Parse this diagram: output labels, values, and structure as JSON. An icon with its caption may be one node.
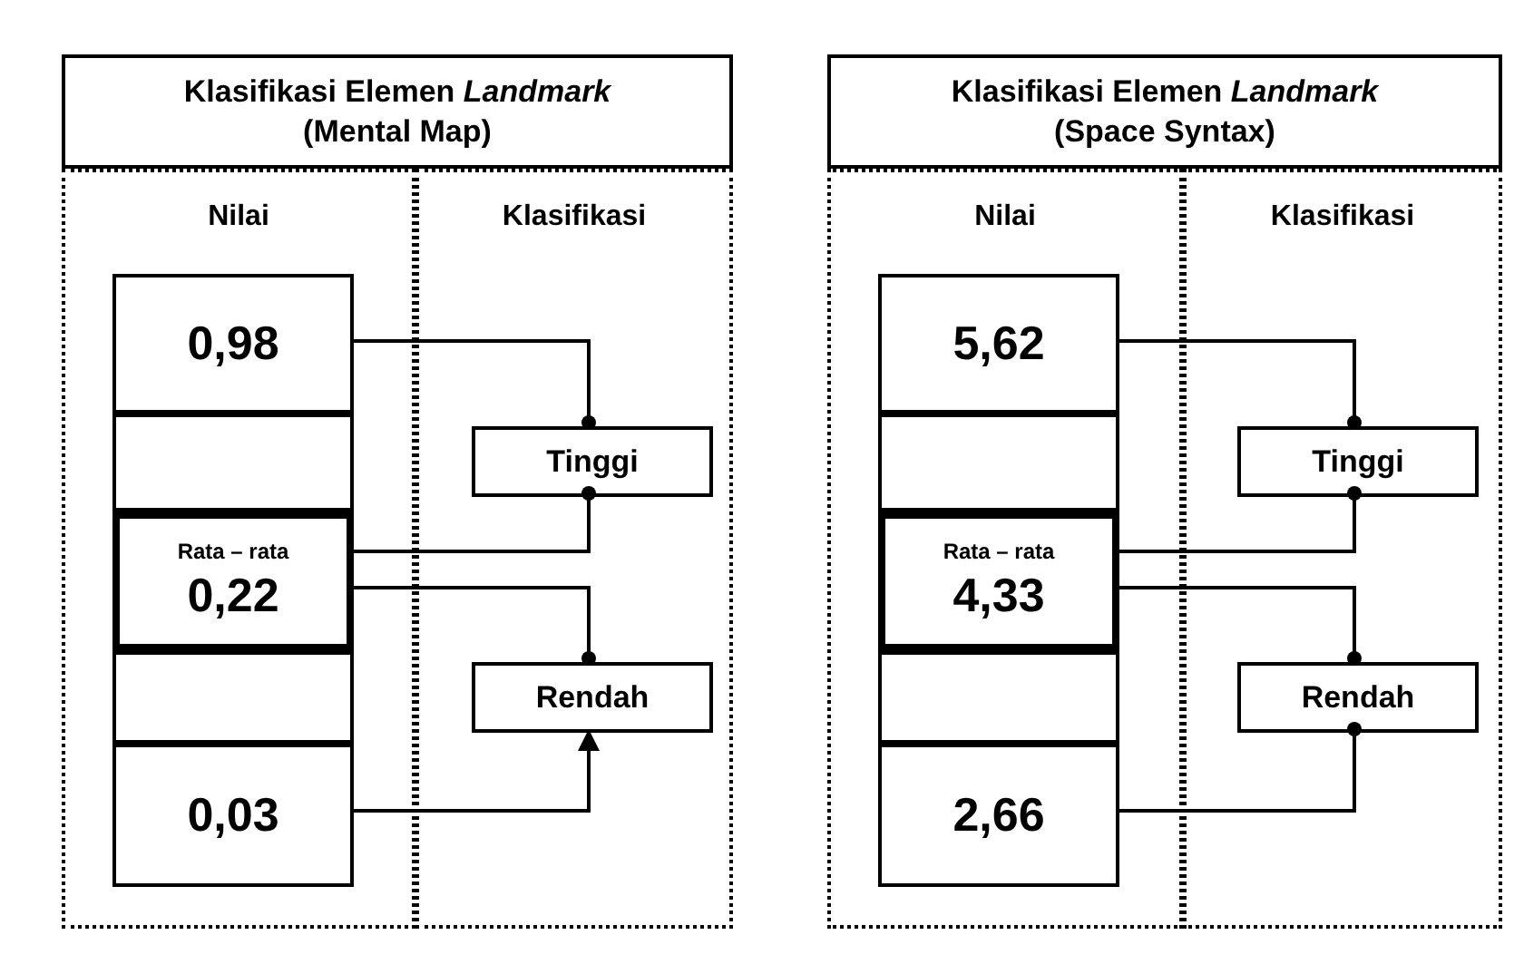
{
  "diagram": {
    "nodes": [
      {
        "text": [
          "Klasifikasi Elemen *Landmark* (Mental Map)"
        ]
      },
      {
        "text": [
          "Nilai"
        ]
      },
      {
        "text": [
          "Klasifikasi"
        ]
      },
      {
        "text": [
          "0,98"
        ],
        "in": 1
      },
      {
        "text": [],
        "shape": "box",
        "in": 1
      },
      {
        "text": [
          "Rata – rata",
          "0,22"
        ],
        "in": 1
      },
      {
        "text": [],
        "shape": "box",
        "in": 1
      },
      {
        "text": [
          "0,03"
        ],
        "in": 1
      },
      {
        "text": [
          "Tinggi"
        ],
        "in": 2
      },
      {
        "text": [
          "Rendah"
        ],
        "in": 2
      },
      {
        "text": [
          "Klasifikasi Elemen *Landmark* (Space Syntax)"
        ]
      },
      {
        "text": [
          "Nilai"
        ]
      },
      {
        "text": [
          "Klasifikasi"
        ]
      },
      {
        "text": [
          "5,62"
        ],
        "in": 11
      },
      {
        "text": [],
        "shape": "box",
        "in": 11
      },
      {
        "text": [
          "Rata – rata",
          "4,33"
        ],
        "in": 11
      },
      {
        "text": [],
        "shape": "box",
        "in": 11
      },
      {
        "text": [
          "2,66"
        ],
        "in": 11
      },
      {
        "text": [
          "Tinggi"
        ],
        "in": 12
      },
      {
        "text": [
          "Rendah"
        ],
        "in": 12
      }
    ],
    "edges": [
      {
        "from": 3,
        "to": 8,
        "arrow": "other"
      },
      {
        "from": 5,
        "to": 8,
        "arrow": "other"
      },
      {
        "from": 5,
        "to": 9,
        "arrow": "other"
      },
      {
        "from": 7,
        "to": 9,
        "arrow": "to"
      },
      {
        "from": 13,
        "to": 18,
        "arrow": "other"
      },
      {
        "from": 15,
        "to": 18,
        "arrow": "other"
      },
      {
        "from": 15,
        "to": 19,
        "arrow": "other"
      },
      {
        "from": 17,
        "to": 19,
        "arrow": "other"
      }
    ]
  }
}
